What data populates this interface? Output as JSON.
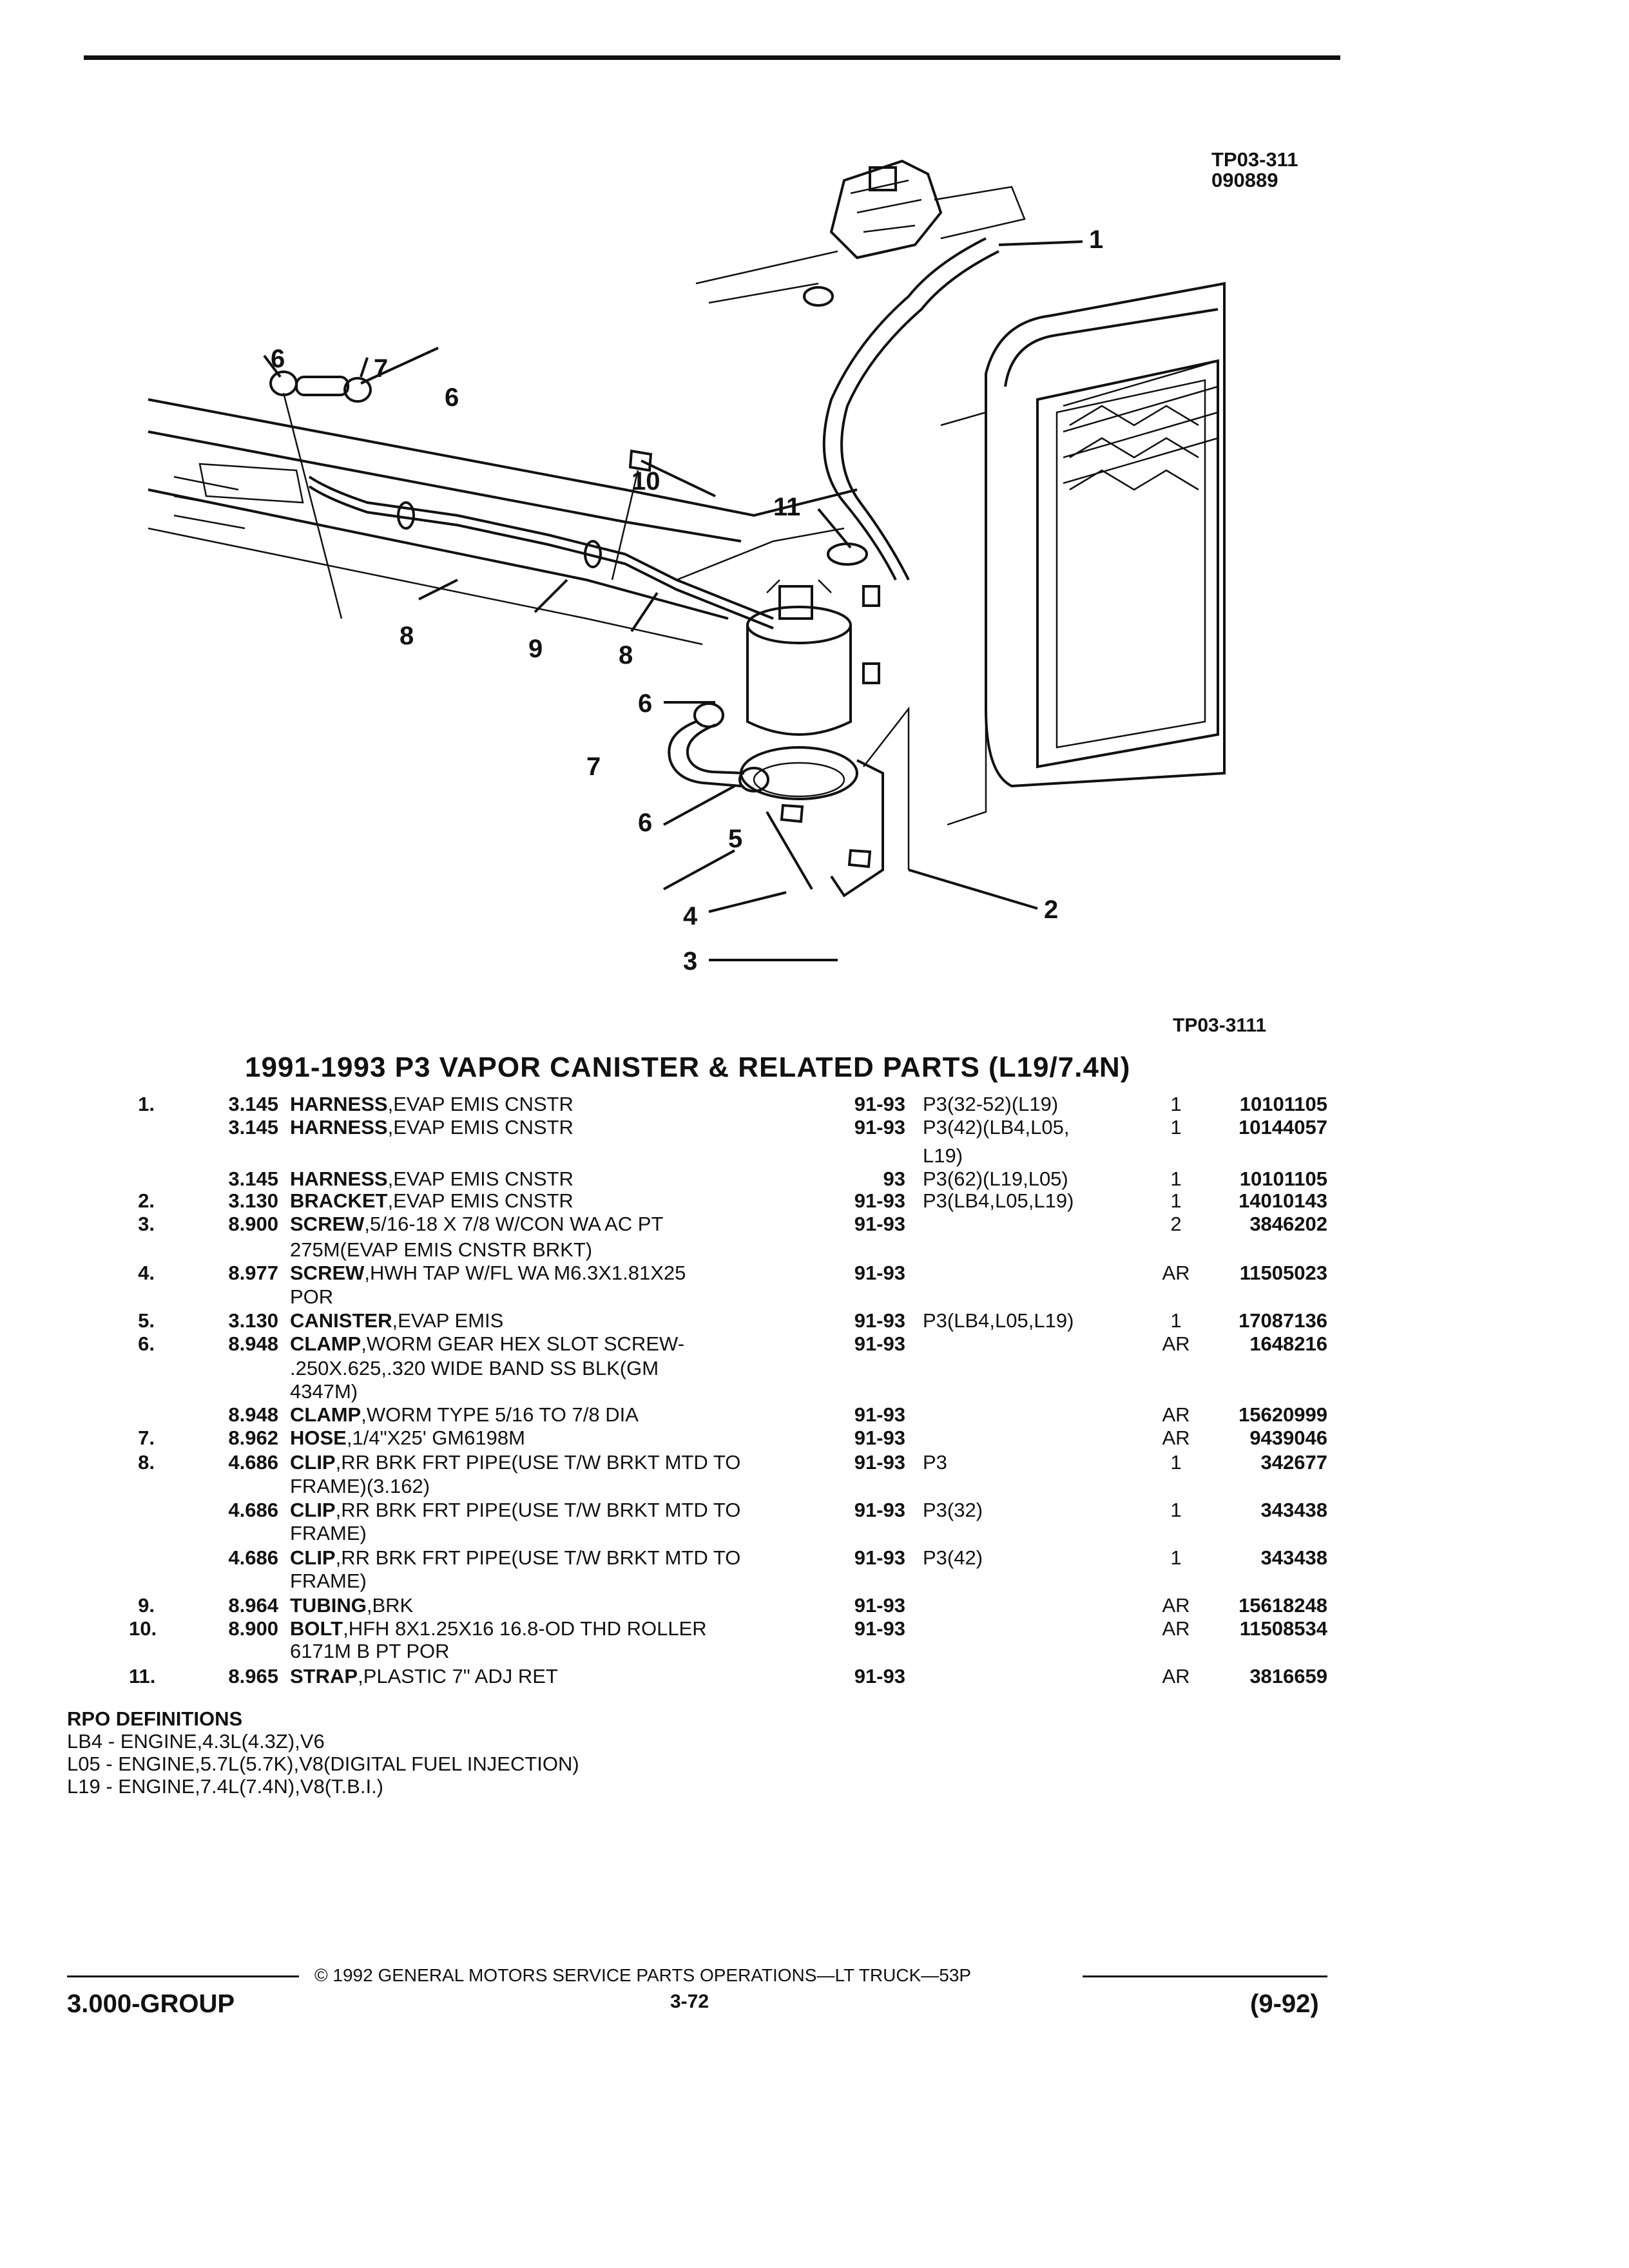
{
  "header": {
    "ref_code": "TP03-311",
    "ref_date": "090889"
  },
  "figure": {
    "callouts": [
      "1",
      "2",
      "3",
      "4",
      "5",
      "6",
      "6",
      "6",
      "7",
      "7",
      "8",
      "8",
      "9",
      "10",
      "11",
      "6"
    ],
    "figure_code": "TP03-3111"
  },
  "title": "1991-1993 P3 VAPOR CANISTER & RELATED PARTS (L19/7.4N)",
  "parts": [
    {
      "no": "1.",
      "group": "3.145",
      "name": "HARNESS",
      "desc": ",EVAP EMIS CNSTR",
      "year": "91-93",
      "model": "P3(32-52)(L19)",
      "qty": "1",
      "part": "10101105"
    },
    {
      "no": "",
      "group": "3.145",
      "name": "HARNESS",
      "desc": ",EVAP EMIS CNSTR",
      "year": "91-93",
      "model": "P3(42)(LB4,L05,",
      "qty": "1",
      "part": "10144057"
    },
    {
      "no": "",
      "group": "3.145",
      "name": "HARNESS",
      "desc": ",EVAP EMIS CNSTR",
      "year": "93",
      "model": "P3(62)(L19,L05)",
      "qty": "1",
      "part": "10101105"
    },
    {
      "no": "2.",
      "group": "3.130",
      "name": "BRACKET",
      "desc": ",EVAP EMIS CNSTR",
      "year": "91-93",
      "model": "P3(LB4,L05,L19)",
      "qty": "1",
      "part": "14010143"
    },
    {
      "no": "3.",
      "group": "8.900",
      "name": "SCREW",
      "desc": ",5/16-18 X 7/8 W/CON WA AC PT",
      "year": "91-93",
      "model": "",
      "qty": "2",
      "part": "3846202"
    },
    {
      "no": "4.",
      "group": "8.977",
      "name": "SCREW",
      "desc": ",HWH TAP W/FL WA M6.3X1.81X25",
      "year": "91-93",
      "model": "",
      "qty": "AR",
      "part": "11505023"
    },
    {
      "no": "5.",
      "group": "3.130",
      "name": "CANISTER",
      "desc": ",EVAP EMIS",
      "year": "91-93",
      "model": "P3(LB4,L05,L19)",
      "qty": "1",
      "part": "17087136"
    },
    {
      "no": "6.",
      "group": "8.948",
      "name": "CLAMP",
      "desc": ",WORM GEAR HEX SLOT SCREW-",
      "year": "91-93",
      "model": "",
      "qty": "AR",
      "part": "1648216"
    },
    {
      "no": "",
      "group": "8.948",
      "name": "CLAMP",
      "desc": ",WORM TYPE 5/16 TO 7/8 DIA",
      "year": "91-93",
      "model": "",
      "qty": "AR",
      "part": "15620999"
    },
    {
      "no": "7.",
      "group": "8.962",
      "name": "HOSE",
      "desc": ",1/4\"X25' GM6198M",
      "year": "91-93",
      "model": "",
      "qty": "AR",
      "part": "9439046"
    },
    {
      "no": "8.",
      "group": "4.686",
      "name": "CLIP",
      "desc": ",RR BRK FRT PIPE(USE T/W BRKT MTD TO",
      "year": "91-93",
      "model": "P3",
      "qty": "1",
      "part": "342677"
    },
    {
      "no": "",
      "group": "4.686",
      "name": "CLIP",
      "desc": ",RR BRK FRT PIPE(USE T/W BRKT MTD TO",
      "year": "91-93",
      "model": "P3(32)",
      "qty": "1",
      "part": "343438"
    },
    {
      "no": "",
      "group": "4.686",
      "name": "CLIP",
      "desc": ",RR BRK FRT PIPE(USE T/W BRKT MTD TO",
      "year": "91-93",
      "model": "P3(42)",
      "qty": "1",
      "part": "343438"
    },
    {
      "no": "9.",
      "group": "8.964",
      "name": "TUBING",
      "desc": ",BRK",
      "year": "91-93",
      "model": "",
      "qty": "AR",
      "part": "15618248"
    },
    {
      "no": "10.",
      "group": "8.900",
      "name": "BOLT",
      "desc": ",HFH 8X1.25X16 16.8-OD THD ROLLER",
      "year": "91-93",
      "model": "",
      "qty": "AR",
      "part": "11508534"
    },
    {
      "no": "11.",
      "group": "8.965",
      "name": "STRAP",
      "desc": ",PLASTIC 7\" ADJ RET",
      "year": "91-93",
      "model": "",
      "qty": "AR",
      "part": "3816659"
    }
  ],
  "continuations": {
    "harness2": "L19)",
    "screw3": "275M(EVAP EMIS CNSTR BRKT)",
    "screw4": "POR",
    "clamp6_a": ".250X.625,.320 WIDE BAND SS BLK(GM",
    "clamp6_b": "4347M)",
    "clip8_a": "FRAME)(3.162)",
    "clip8_b": "FRAME)",
    "clip8_c": "FRAME)",
    "bolt10": "6171M B PT POR"
  },
  "dots": ".............................",
  "rpo": {
    "heading": "RPO DEFINITIONS",
    "lines": [
      "LB4 - ENGINE,4.3L(4.3Z),V6",
      "L05 - ENGINE,5.7L(5.7K),V8(DIGITAL FUEL INJECTION)",
      "L19 - ENGINE,7.4L(7.4N),V8(T.B.I.)"
    ]
  },
  "footer": {
    "copyright": "© 1992 GENERAL MOTORS SERVICE PARTS OPERATIONS—LT TRUCK—53P",
    "group": "3.000-GROUP",
    "page": "3-72",
    "date": "(9-92)"
  }
}
